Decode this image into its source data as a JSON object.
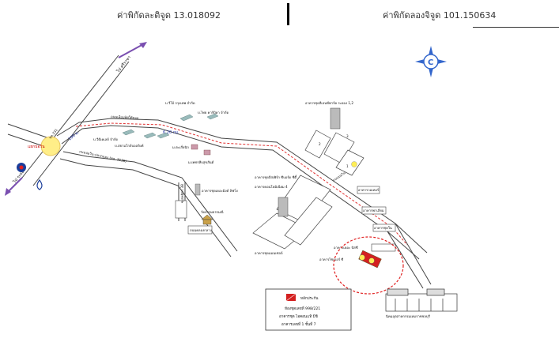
{
  "header": {
    "latitude_label": "ค่าพิกัดละติจูด 13.018092",
    "longitude_label": "ค่าพิกัดลองจิจูด 101.150634"
  },
  "map": {
    "junction_label": "แยกบ่อวิน",
    "road_north": "ไป ศรีราชา",
    "road_south": "ไป ระยอง",
    "road_331": "ทล.331",
    "distance_100": "100 ม.",
    "soi_road_upper": "ถนนเลียบทิศใต้ซอย",
    "soi_road_lower": "ถนนบ่อวิน-ปลวกแดง (ทล. 3138)",
    "distance_620": "6.20 กม.",
    "soi_side_road": "ซ.สหมิตร 38",
    "side_road_bottom": "ถนนคลองกลาง",
    "place_1": "บ.วีโอ้ กรุงเทพ จำกัด",
    "place_2": "บ.ไทย คาร์บิดา จำกัด",
    "place_3": "บ.วีดีเคเลย์ จำกัด",
    "place_4": "บ.สยามโกล์บอลลิงค์",
    "place_5": "ม.ตะเกี่ยนิก",
    "place_6": "ม.เพชรหีบสุขสันต์",
    "place_7": "อาคารชุดเดอะมิงค์ ลิฟวิ่ง",
    "place_8": "วัดธรรมธรรมณี",
    "building_top": "อาคารชุดลีเจนซ์พาร์ค ระยอง 1,2",
    "building_mid_1": "อาคารชุดลีสเพิร์ก ซีบอร์ด ซีตี้",
    "building_mid_2": "อาคารคอนโดมิเนียม 4",
    "building_bottom": "อาคารชุดแมนเซลล์",
    "building_c1": "อาคารวอเทอร์",
    "building_c2": "อาคารพาเลียม",
    "building_c3": "อาคารชุดใน",
    "building_c4": "อาคารเดอะ บิสซี",
    "building_c5": "อาคารไซเบอร์ ซี",
    "building_numbers": [
      "1",
      "2",
      "3"
    ],
    "main_road_label": "ถนนบ่อวินใหญ่",
    "compass_letter": "C",
    "estate_label": "นิคมอุตสาหกรรมเหมราชชลบุรี"
  },
  "legend": {
    "title": "หลักประกัน",
    "line1": "ห้องชุดเลขที่ 998/221",
    "line2": "อาคารชุด ไอคอนเเทิ มิชิ",
    "line3": "อาคารเลขที่ 1 ชั้นที่ 7"
  },
  "colors": {
    "road": "#444444",
    "route_dash": "#e03030",
    "circle_dash": "#e02020",
    "target_fill": "#d42020",
    "junction_fill": "#ffee88",
    "building_fill": "#ffffff",
    "arrow_purple": "#7a4fb0"
  }
}
